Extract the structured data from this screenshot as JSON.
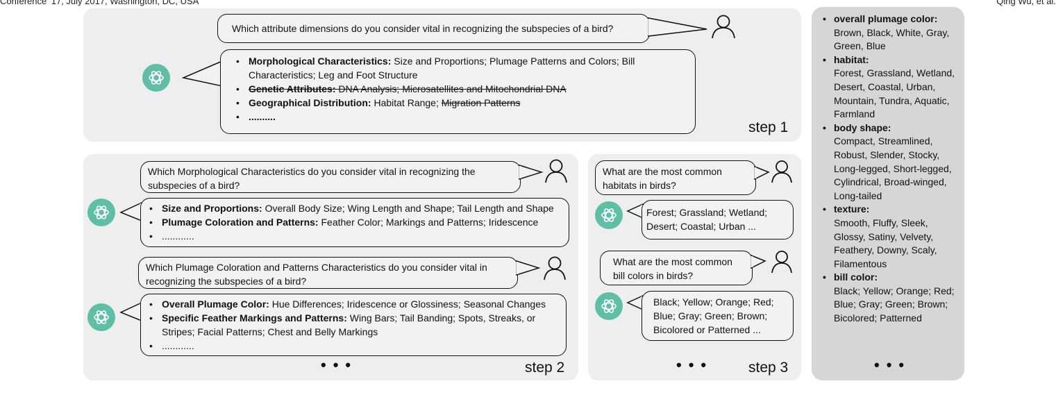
{
  "header": {
    "left": "Conference ’17, July 2017, Washington, DC, USA",
    "right": "Qing Wu, et al."
  },
  "step1": {
    "label": "step 1",
    "question": "Which attribute dimensions do you consider vital in recognizing the subspecies of a bird?",
    "answer": [
      {
        "bold": "Morphological Characteristics:",
        "text": " Size and Proportions; Plumage Patterns and Colors; Bill Characteristics; Leg and Foot Structure"
      },
      {
        "bold": "Genetic Attributes:",
        "text": " DNA Analysis; Microsatellites and Mitochondrial DNA"
      },
      {
        "bold": "Geographical Distribution:",
        "text": " Habitat Range; ",
        "strike": "Migration Patterns"
      },
      {
        "bold": "..........",
        "text": ""
      }
    ]
  },
  "step2": {
    "label": "step 2",
    "dots": "•••",
    "q1": "Which Morphological Characteristics do you consider vital in recognizing the subspecies of a bird?",
    "a1": [
      {
        "bold": "Size and Proportions:",
        "text": " Overall Body Size; Wing Length and Shape; Tail Length and Shape"
      },
      {
        "bold": "Plumage Coloration and Patterns:",
        "text": " Feather Color; Markings and Patterns; Iridescence"
      },
      {
        "bold": "",
        "text": "............"
      }
    ],
    "q2": "Which Plumage Coloration and Patterns Characteristics do you consider vital in recognizing the subspecies of a bird?",
    "a2": [
      {
        "bold": "Overall Plumage Color:",
        "text": " Hue Differences; Iridescence or Glossiness; Seasonal Changes"
      },
      {
        "bold": "Specific Feather Markings and Patterns:",
        "text": " Wing Bars; Tail Banding; Spots, Streaks, or Stripes; Facial Patterns; Chest and Belly Markings"
      },
      {
        "bold": "",
        "text": "............"
      }
    ]
  },
  "step3": {
    "label": "step 3",
    "dots": "•••",
    "q1": "What are the most common habitats in birds?",
    "a1": "Forest; Grassland; Wetland; Desert; Coastal; Urban ...",
    "q2": "What are the most common bill colors in birds?",
    "a2": "Black; Yellow; Orange; Red; Blue; Gray; Green; Brown; Bicolored or Patterned ..."
  },
  "sidebar": {
    "dots": "•••",
    "items": [
      {
        "name": "overall plumage color:",
        "values": "Brown, Black, White, Gray, Green, Blue"
      },
      {
        "name": "habitat:",
        "values": "Forest, Grassland, Wetland, Desert, Coastal, Urban, Mountain, Tundra, Aquatic, Farmland"
      },
      {
        "name": "body shape:",
        "values": "Compact, Streamlined, Robust, Slender, Stocky, Long-legged, Short-legged, Cylindrical, Broad-winged, Long-tailed"
      },
      {
        "name": "texture:",
        "values": "Smooth, Fluffy, Sleek, Glossy, Satiny, Velvety, Feathery, Downy, Scaly, Filamentous"
      },
      {
        "name": "bill color:",
        "values": "Black; Yellow; Orange; Red; Blue; Gray; Green; Brown; Bicolored; Patterned"
      }
    ]
  },
  "colors": {
    "gpt": "#5fbfa6",
    "panel": "#eeeeee",
    "sidebar": "#d6d6d6",
    "bubble": "#f2f2f2"
  }
}
